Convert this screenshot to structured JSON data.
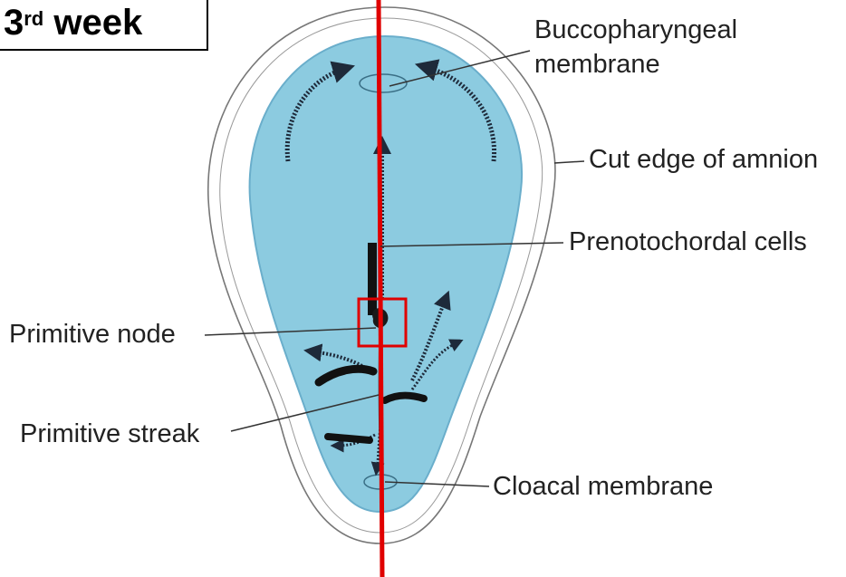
{
  "title": {
    "main": "3",
    "superscript": "rd",
    "suffix": " week"
  },
  "labels": {
    "buccopharyngeal_line1": "Buccopharyngeal",
    "buccopharyngeal_line2": "membrane",
    "cut_edge": "Cut edge of amnion",
    "prenotochordal": "Prenotochordal cells",
    "primitive_node": "Primitive node",
    "primitive_streak": "Primitive streak",
    "cloacal": "Cloacal membrane"
  },
  "colors": {
    "embryonic_disc": "#8ccbe0",
    "disc_outline": "#6aaecb",
    "amnion_outline": "#777777",
    "midline": "#e00000",
    "highlight_box": "#e00000",
    "arrows": "#1e2a3a"
  }
}
